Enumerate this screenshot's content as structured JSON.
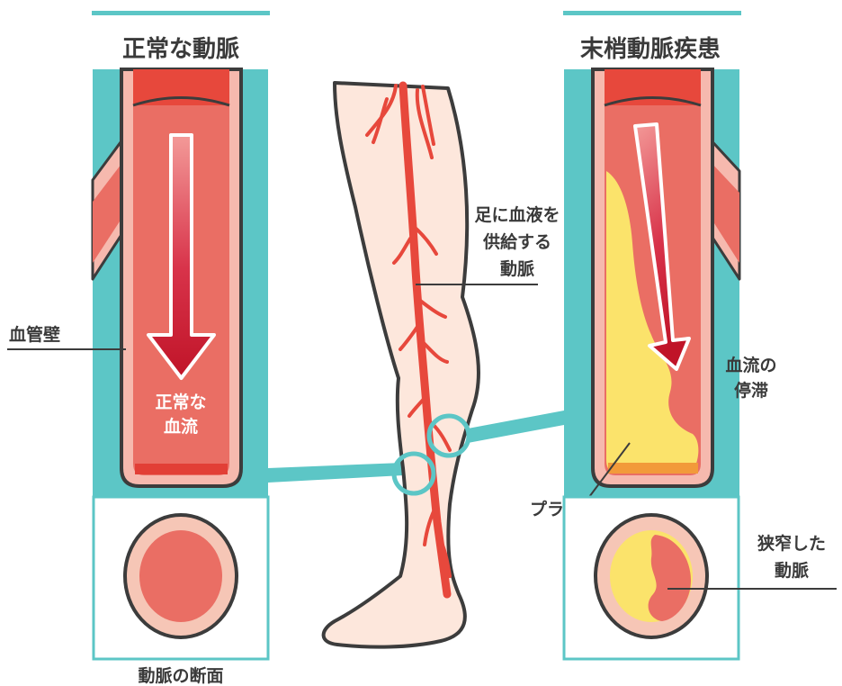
{
  "panels": {
    "normal": {
      "title": "正常な動脈",
      "flow_label_line1": "正常な",
      "flow_label_line2": "血流",
      "wall_label": "血管壁",
      "cross_section_label": "動脈の断面"
    },
    "pad": {
      "title": "末梢動脈疾患",
      "stagnation_line1": "血流の",
      "stagnation_line2": "停滞",
      "plaque_label": "プラーク",
      "narrowed_line1": "狭窄した",
      "narrowed_line2": "動脈"
    }
  },
  "leg": {
    "artery_line1": "足に血液を",
    "artery_line2": "供給する",
    "artery_line3": "動脈"
  },
  "colors": {
    "teal": "#5cc6c6",
    "artery_red": "#e7483c",
    "lumen": "#ea6e64",
    "wall_pink": "#f6b9ae",
    "skin": "#fde7dc",
    "plaque": "#fbe36b",
    "outline": "#3c3c3c",
    "arrow_dark": "#c5182a"
  }
}
